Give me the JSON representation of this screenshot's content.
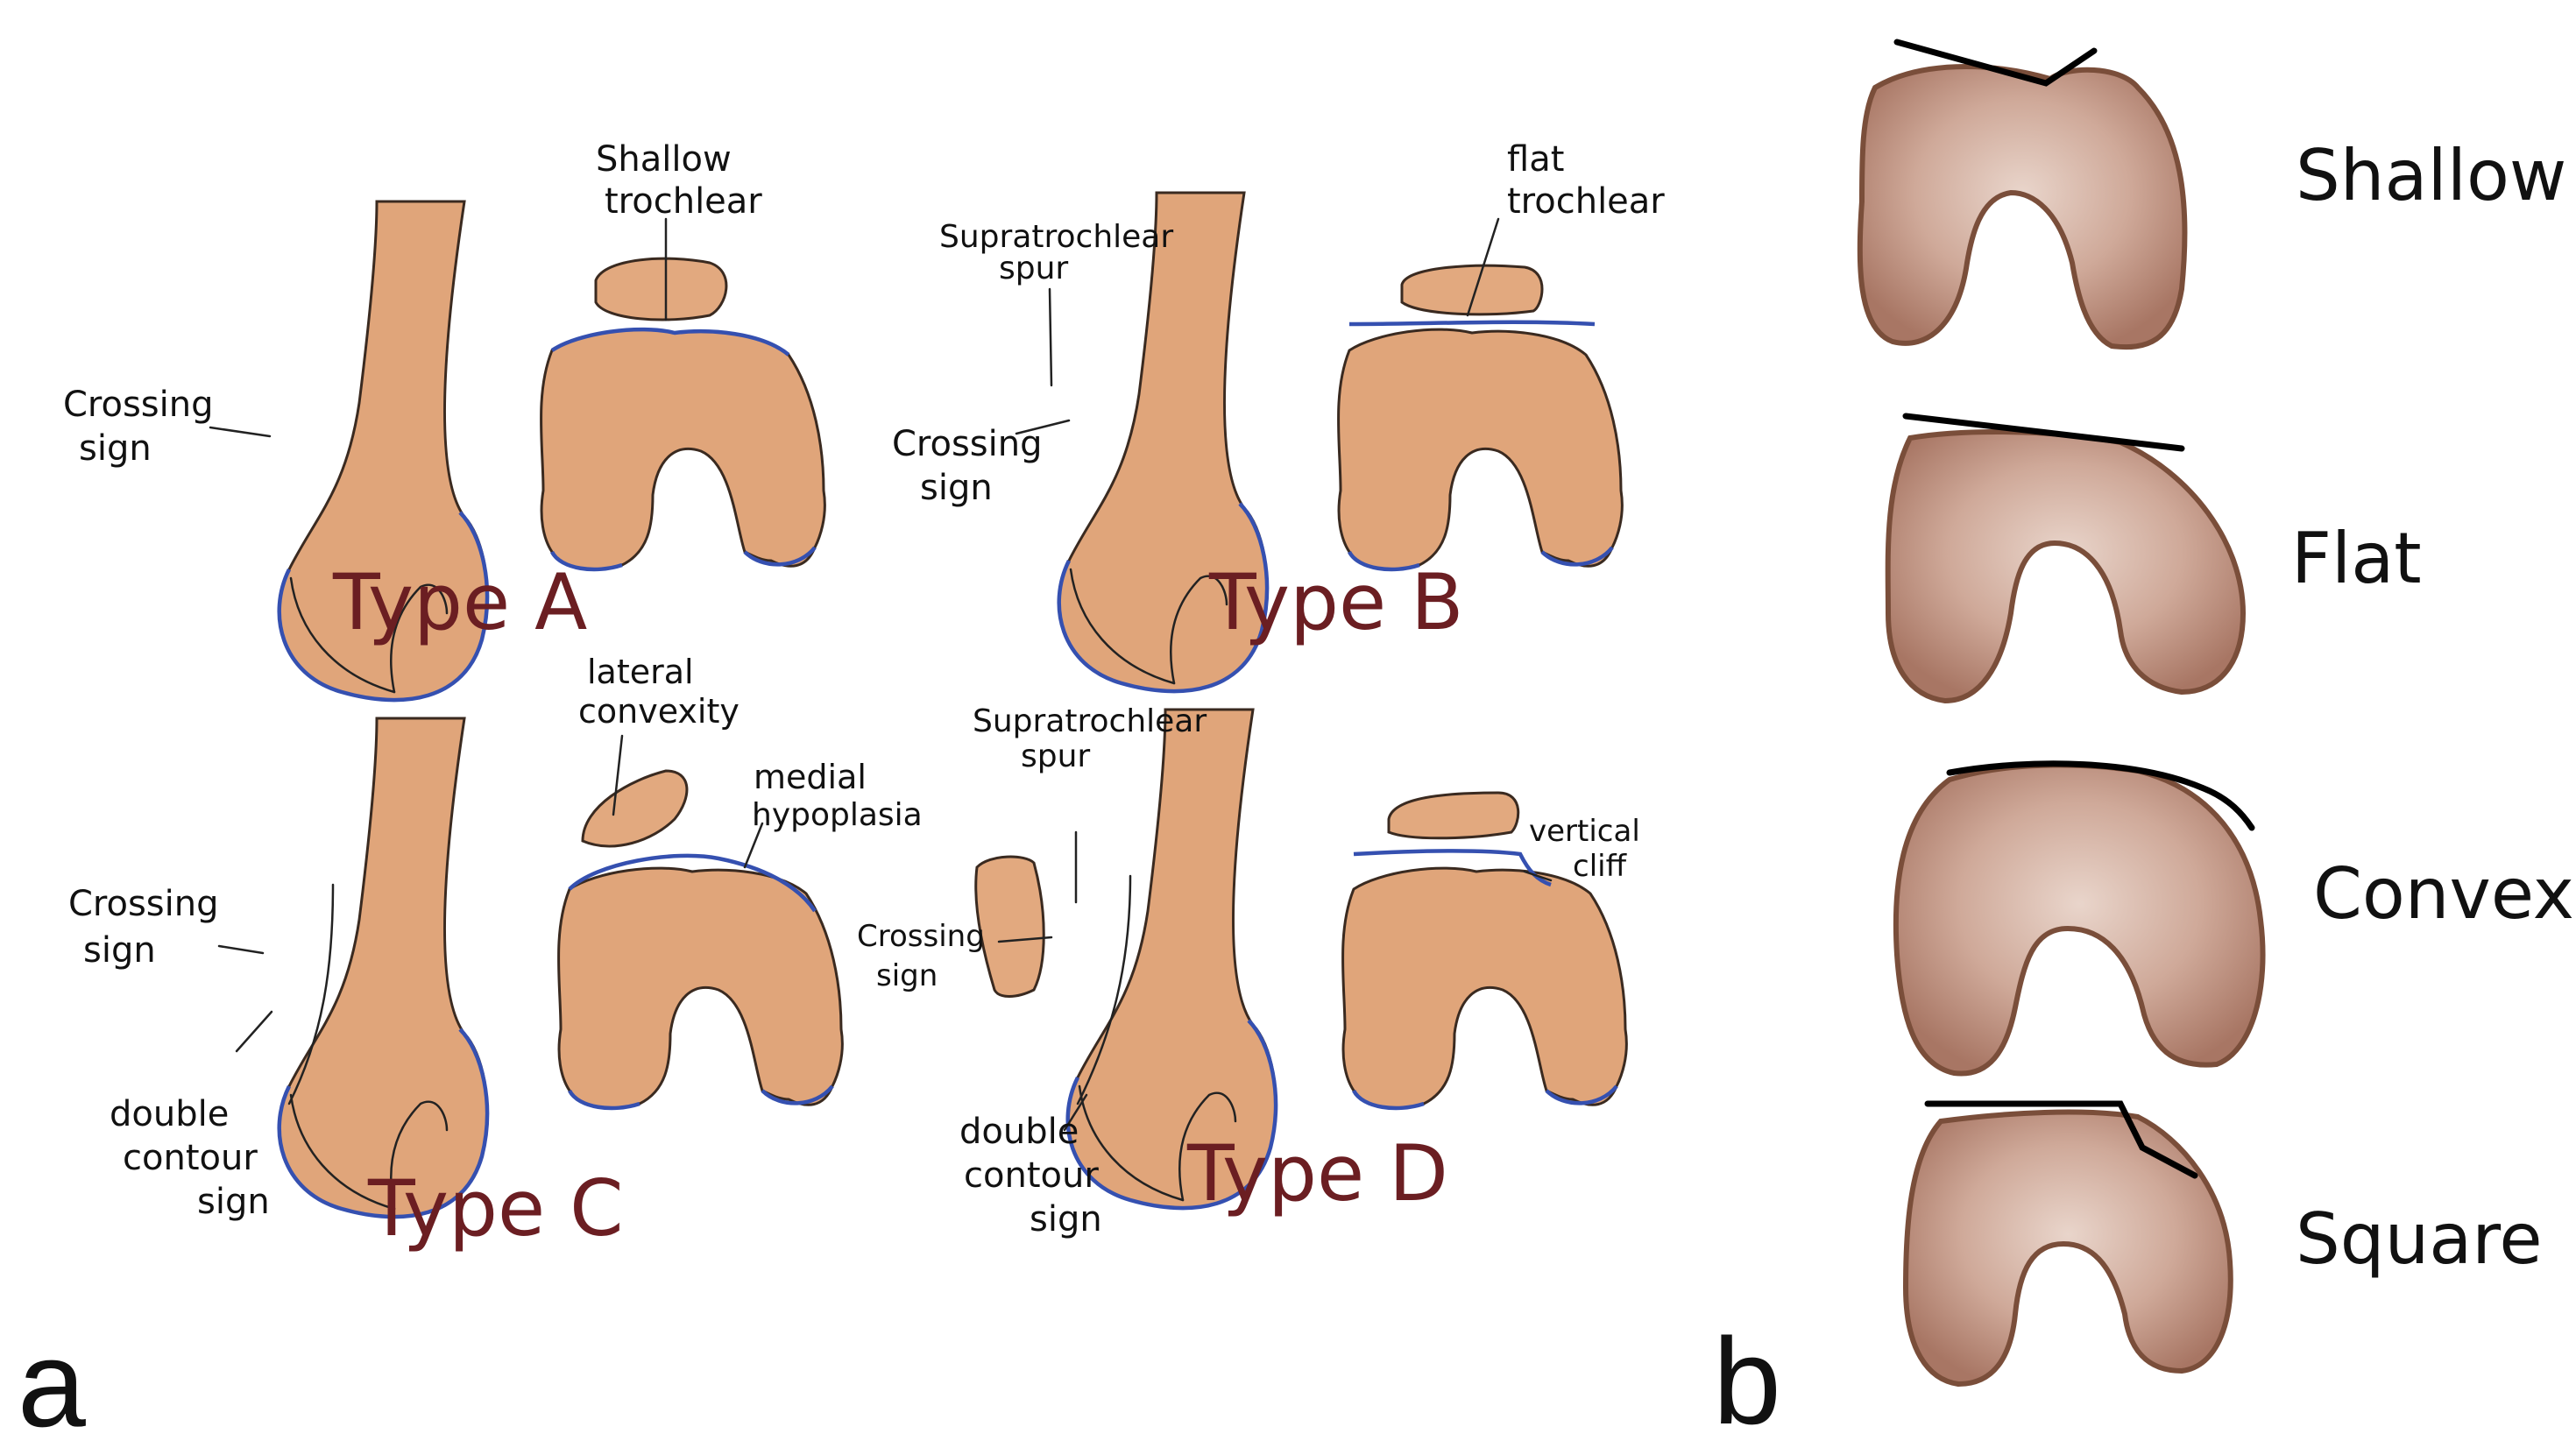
{
  "panel_a": {
    "letter": "a",
    "types": [
      {
        "label": "Type A",
        "labels": [
          "Crossing",
          "sign",
          "Shallow",
          "trochlear"
        ]
      },
      {
        "label": "Type B",
        "labels": [
          "Supratrochlear",
          "spur",
          "flat",
          "trochlear",
          "Crossing",
          "sign"
        ]
      },
      {
        "label": "Type C",
        "labels": [
          "lateral",
          "convexity",
          "medial",
          "hypoplasia",
          "Crossing",
          "sign",
          "double",
          "contour",
          "sign"
        ]
      },
      {
        "label": "Type D",
        "labels": [
          "Supratrochlear",
          "spur",
          "vertical",
          "cliff",
          "Crossing",
          "sign",
          "double",
          "contour",
          "sign"
        ]
      }
    ]
  },
  "panel_b": {
    "letter": "b",
    "shapes": [
      "Shallow",
      "Flat",
      "Convex",
      "Square"
    ]
  },
  "colors": {
    "bone": "#e0a57a",
    "blue_outline": "#3550b0",
    "type_label": "#6b1e22",
    "panel_b_bone": "#c79c88"
  }
}
